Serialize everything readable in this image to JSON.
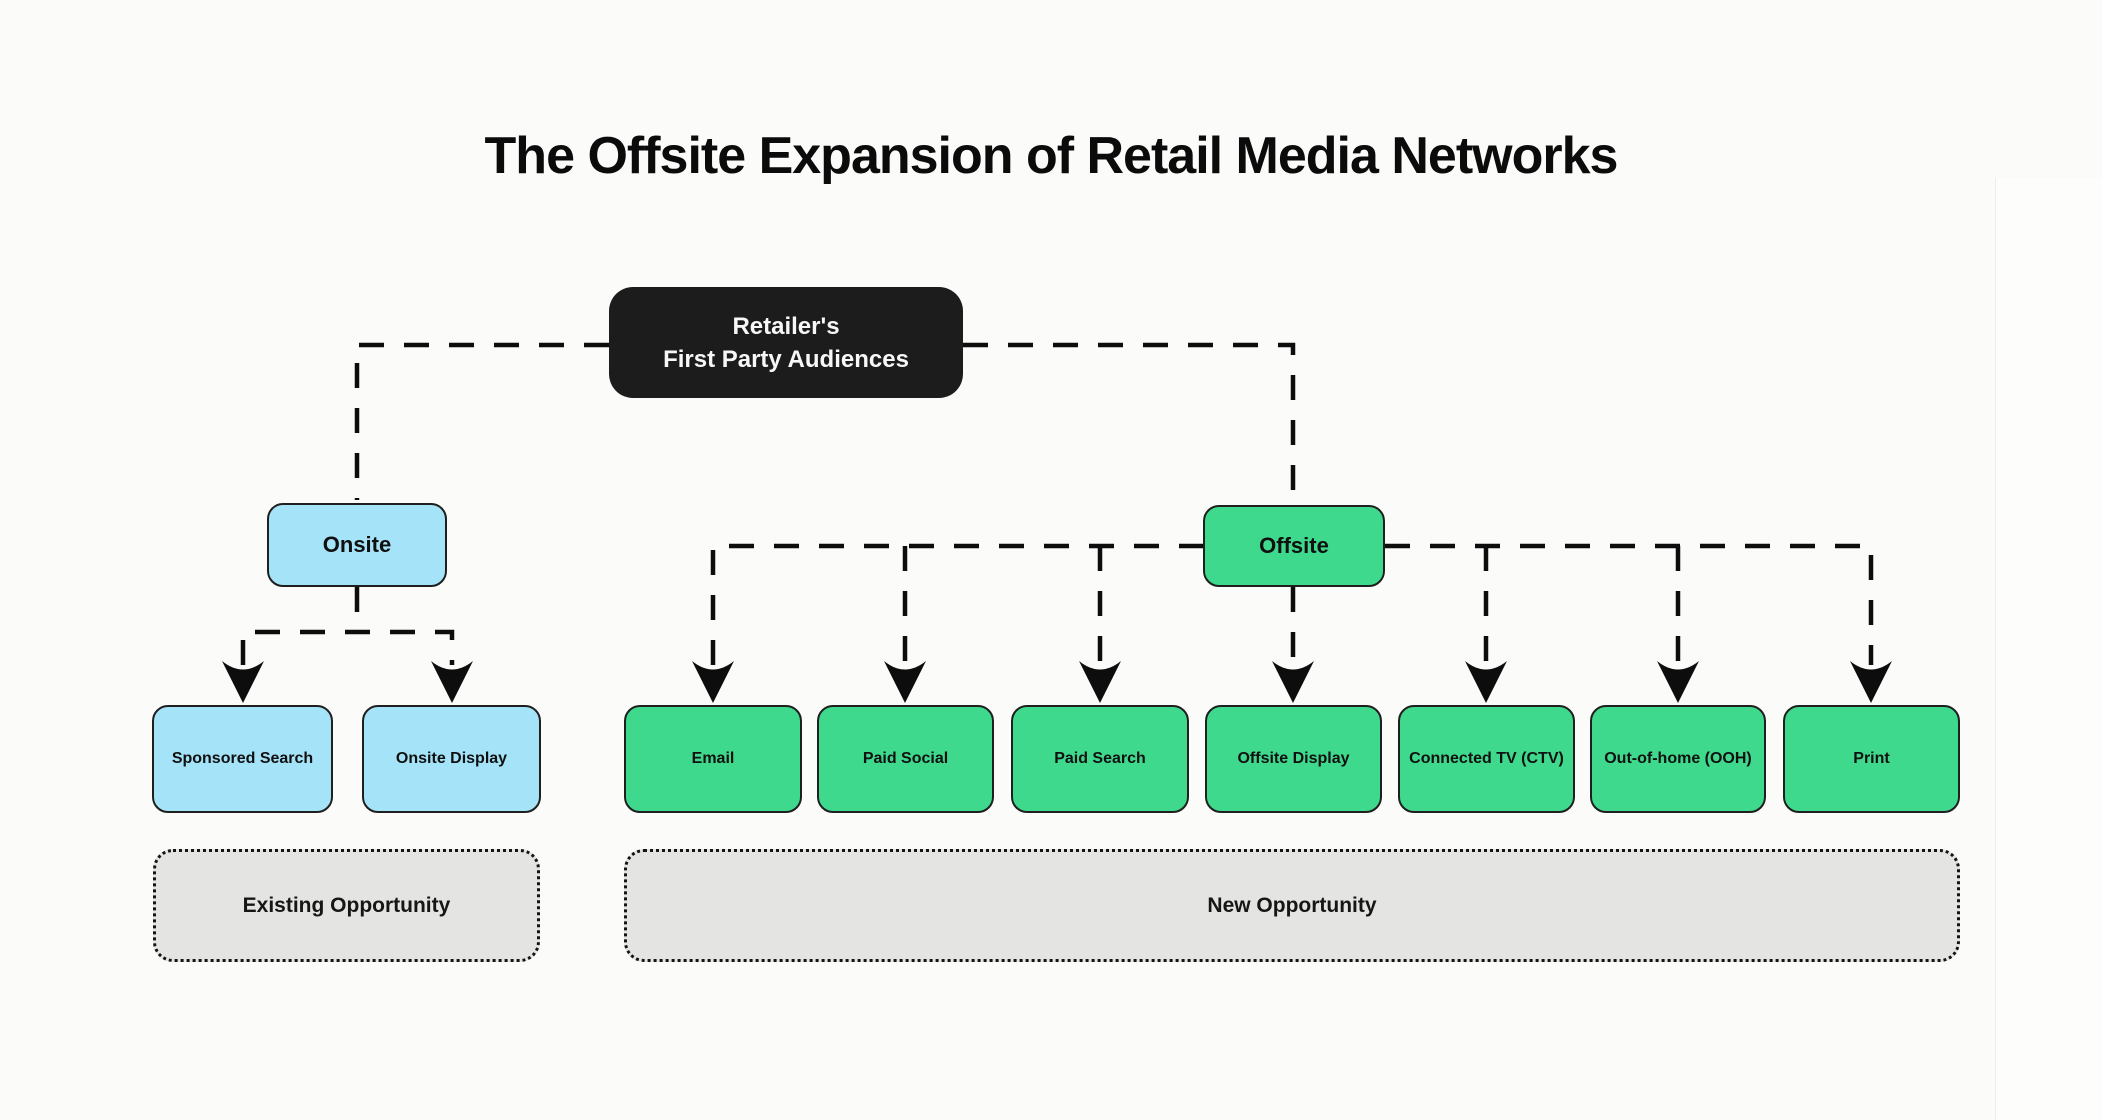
{
  "title": "The Offsite Expansion of Retail Media Networks",
  "diagram": {
    "root": {
      "line1": "Retailer's",
      "line2": "First Party Audiences"
    },
    "branches": [
      {
        "label": "Onsite"
      },
      {
        "label": "Offsite"
      }
    ],
    "onsite_children": [
      "Sponsored Search",
      "Onsite Display"
    ],
    "offsite_children": [
      "Email",
      "Paid Social",
      "Paid Search",
      "Offsite Display",
      "Connected TV (CTV)",
      "Out-of-home (OOH)",
      "Print"
    ],
    "zones": [
      {
        "label": "Existing Opportunity"
      },
      {
        "label": "New Opportunity"
      }
    ],
    "edges": [
      {
        "from": "Retailer's First Party Audiences",
        "to": "Onsite",
        "style": "dashed"
      },
      {
        "from": "Retailer's First Party Audiences",
        "to": "Offsite",
        "style": "dashed"
      },
      {
        "from": "Onsite",
        "to": "Sponsored Search",
        "style": "dashed-arrow"
      },
      {
        "from": "Onsite",
        "to": "Onsite Display",
        "style": "dashed-arrow"
      },
      {
        "from": "Offsite",
        "to": "Email",
        "style": "dashed-arrow"
      },
      {
        "from": "Offsite",
        "to": "Paid Social",
        "style": "dashed-arrow"
      },
      {
        "from": "Offsite",
        "to": "Paid Search",
        "style": "dashed-arrow"
      },
      {
        "from": "Offsite",
        "to": "Offsite Display",
        "style": "dashed-arrow"
      },
      {
        "from": "Offsite",
        "to": "Connected TV (CTV)",
        "style": "dashed-arrow"
      },
      {
        "from": "Offsite",
        "to": "Out-of-home (OOH)",
        "style": "dashed-arrow"
      },
      {
        "from": "Offsite",
        "to": "Print",
        "style": "dashed-arrow"
      }
    ],
    "colors": {
      "background": "#fbfbf9",
      "root_bg": "#1c1c1c",
      "root_text": "#f7f7f7",
      "onsite_fill": "#a5e3f8",
      "offsite_fill": "#3ed98c",
      "zone_fill": "#e4e4e2",
      "line": "#0d0d0d",
      "node_border": "#1f1f1f"
    }
  }
}
